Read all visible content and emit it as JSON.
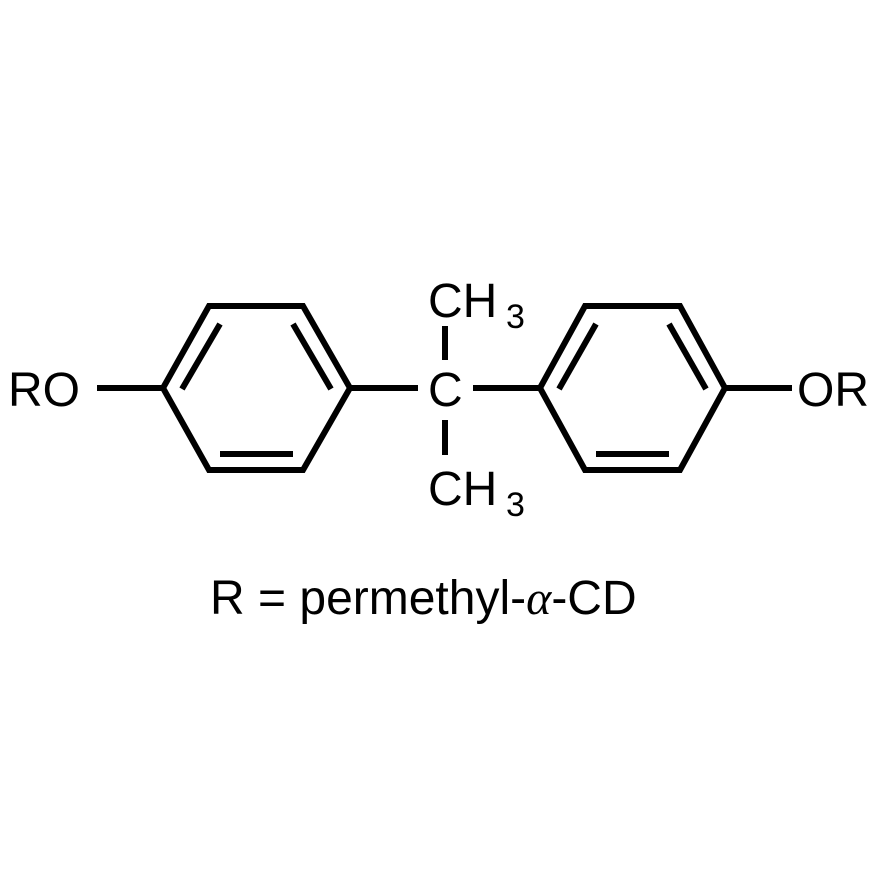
{
  "molecule": {
    "left_group": "RO",
    "right_group": "OR",
    "center_atom": "C",
    "top_methyl": {
      "main": "CH",
      "subscript": "3"
    },
    "bottom_methyl": {
      "main": "CH",
      "subscript": "3"
    }
  },
  "caption": {
    "prefix": "R = permethyl-",
    "greek": "α",
    "suffix": "-CD"
  },
  "colors": {
    "stroke": "#000000",
    "background": "#ffffff"
  }
}
